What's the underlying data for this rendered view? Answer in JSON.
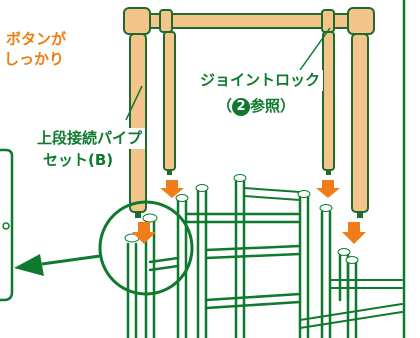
{
  "note_orange": {
    "line1": "ボタンが",
    "line2": "しっかり"
  },
  "callout_joint_lock": {
    "line1": "ジョイントロック",
    "paren_open": "（",
    "badge": "2",
    "rest": "参照）"
  },
  "callout_pipe_set": {
    "line1": "上段接続パイプ",
    "line2": "セット(B)"
  },
  "colors": {
    "green": "#0e7a2e",
    "pipe_fill": "#f4c48a",
    "arrow_orange": "#f07d1a",
    "outline": "#1f6b2e"
  }
}
